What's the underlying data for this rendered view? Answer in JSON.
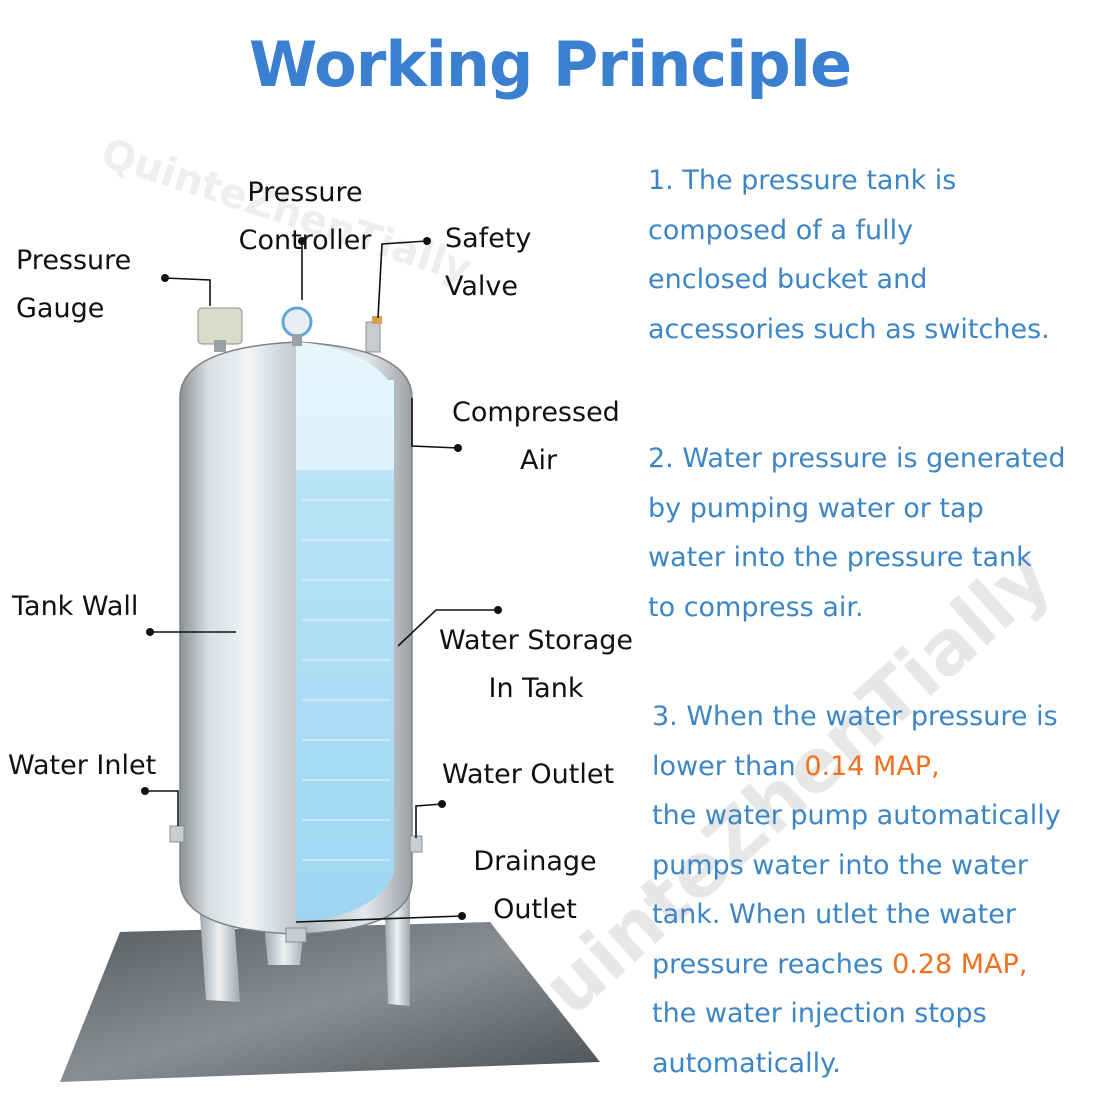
{
  "title": "Working Principle",
  "watermark": "QuinteZhenTially",
  "labels": {
    "pressure_gauge": [
      "Pressure",
      "Gauge"
    ],
    "pressure_controller": [
      "Pressure",
      "Controller"
    ],
    "safety_valve": [
      "Safety",
      "Valve"
    ],
    "compressed_air": [
      "Compressed",
      "Air"
    ],
    "tank_wall": "Tank Wall",
    "water_storage": [
      "Water Storage",
      "In Tank"
    ],
    "water_inlet": "Water Inlet",
    "water_outlet": "Water Outlet",
    "drainage_outlet": [
      "Drainage",
      "Outlet"
    ]
  },
  "descriptions": {
    "p1": [
      "1. The pressure tank is",
      "composed of a fully",
      "enclosed bucket and",
      "accessories such as switches."
    ],
    "p2": [
      "2. Water pressure is generated",
      "by pumping water or tap",
      "water into the pressure tank",
      "to compress air."
    ],
    "p3": {
      "line1": "3. When the water pressure is",
      "line2_prefix": "lower than ",
      "line2_value": "0.14 MAP,",
      "line3": "the water pump automatically",
      "line4": "pumps water into the water",
      "line5": "tank. When utlet the water",
      "line6_prefix": "pressure reaches ",
      "line6_value": "0.28 MAP,",
      "line7": "the water injection stops",
      "line8": "automatically."
    }
  },
  "colors": {
    "title": "#3a7fd0",
    "description": "#3d86c6",
    "highlight": "#f07020",
    "water": "#a8dcf4"
  }
}
